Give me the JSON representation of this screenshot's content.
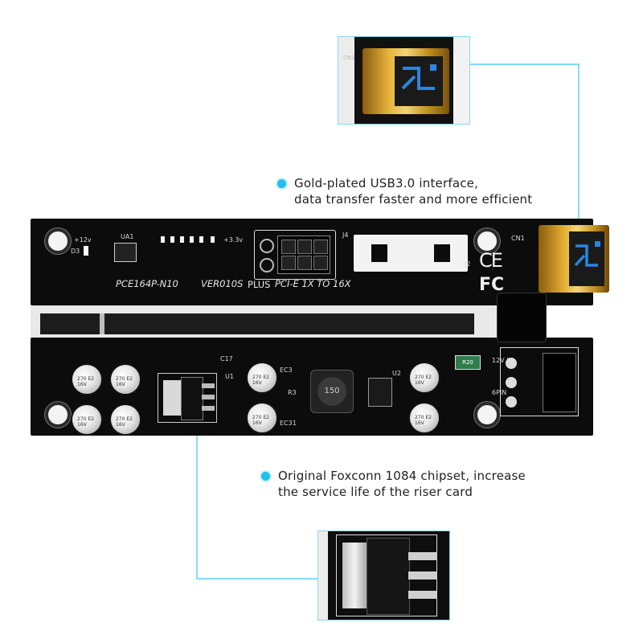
{
  "callouts": {
    "usb": {
      "line1": "Gold-plated USB3.0 interface,",
      "line2": "data transfer faster and more efficient"
    },
    "chip": {
      "line1": "Original Foxconn 1084 chipset, increase",
      "line2": "the service life of the riser card"
    }
  },
  "board": {
    "model": "PCE164P-N10",
    "version": "VER010S",
    "plus": "PLUS",
    "pcie": "PCI-E 1X TO 16X",
    "v12": "+12v",
    "v33": "+3.3v",
    "ua1": "UA1",
    "d3": "D3",
    "j4": "J4",
    "j2": "J2",
    "cn1": "CN1",
    "ce": "CE",
    "fc": "FC",
    "inductor": "150",
    "u1": "U1",
    "u2": "U2",
    "ec3": "EC3",
    "ec31": "EC31",
    "c17": "C17",
    "r3": "R3",
    "sixpin": "6PIN",
    "twelvev": "12V IN",
    "r20": "R20",
    "cap_label": "270 E2 16V"
  },
  "zoom_usb": {
    "cn1": "CN1"
  },
  "colors": {
    "accent": "#1ec0ef",
    "pcb": "#0d0d0d",
    "gold": "#d8a21e",
    "usb_blue": "#1f7fd6"
  },
  "icons": {
    "usb": "usb-trident-icon",
    "ce": "ce-mark-icon",
    "fc": "fc-mark-icon"
  }
}
